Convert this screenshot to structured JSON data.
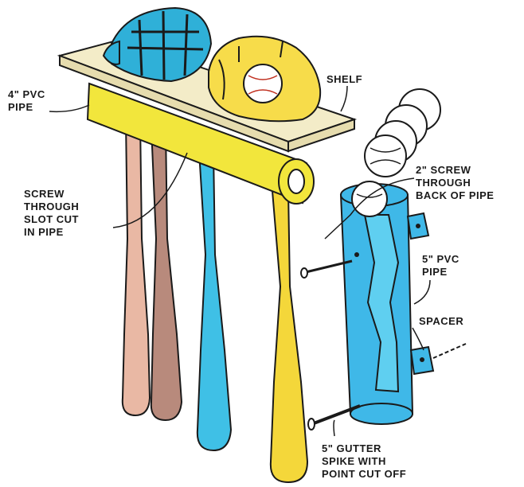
{
  "labels": {
    "pvc4": [
      "4\" PVC",
      "PIPE"
    ],
    "shelf": [
      "SHELF"
    ],
    "screw_slot": [
      "SCREW",
      "THROUGH",
      "SLOT CUT",
      "IN PIPE"
    ],
    "screw2": [
      "2\" SCREW",
      "THROUGH",
      "BACK OF PIPE"
    ],
    "pvc5": [
      "5\" PVC",
      "PIPE"
    ],
    "spacer": [
      "SPACER"
    ],
    "gutter": [
      "5\" GUTTER",
      "SPIKE WITH",
      "POINT CUT OFF"
    ]
  },
  "colors": {
    "outline": "#1a1a1a",
    "shelf_board": "#f3ecc8",
    "yellow_pipe": "#f2e63c",
    "yellow_bat": "#f4d73a",
    "blue_pipe": "#3fb8e8",
    "blue_bat": "#3fc0e6",
    "pink_bat": "#e9b8a4",
    "brown_bat": "#b88a7c",
    "glove": "#f7dc4a",
    "mask": "#2fb0d8"
  },
  "icons": [
    "catcher-mask-icon",
    "baseball-glove-icon",
    "baseball-icon"
  ]
}
